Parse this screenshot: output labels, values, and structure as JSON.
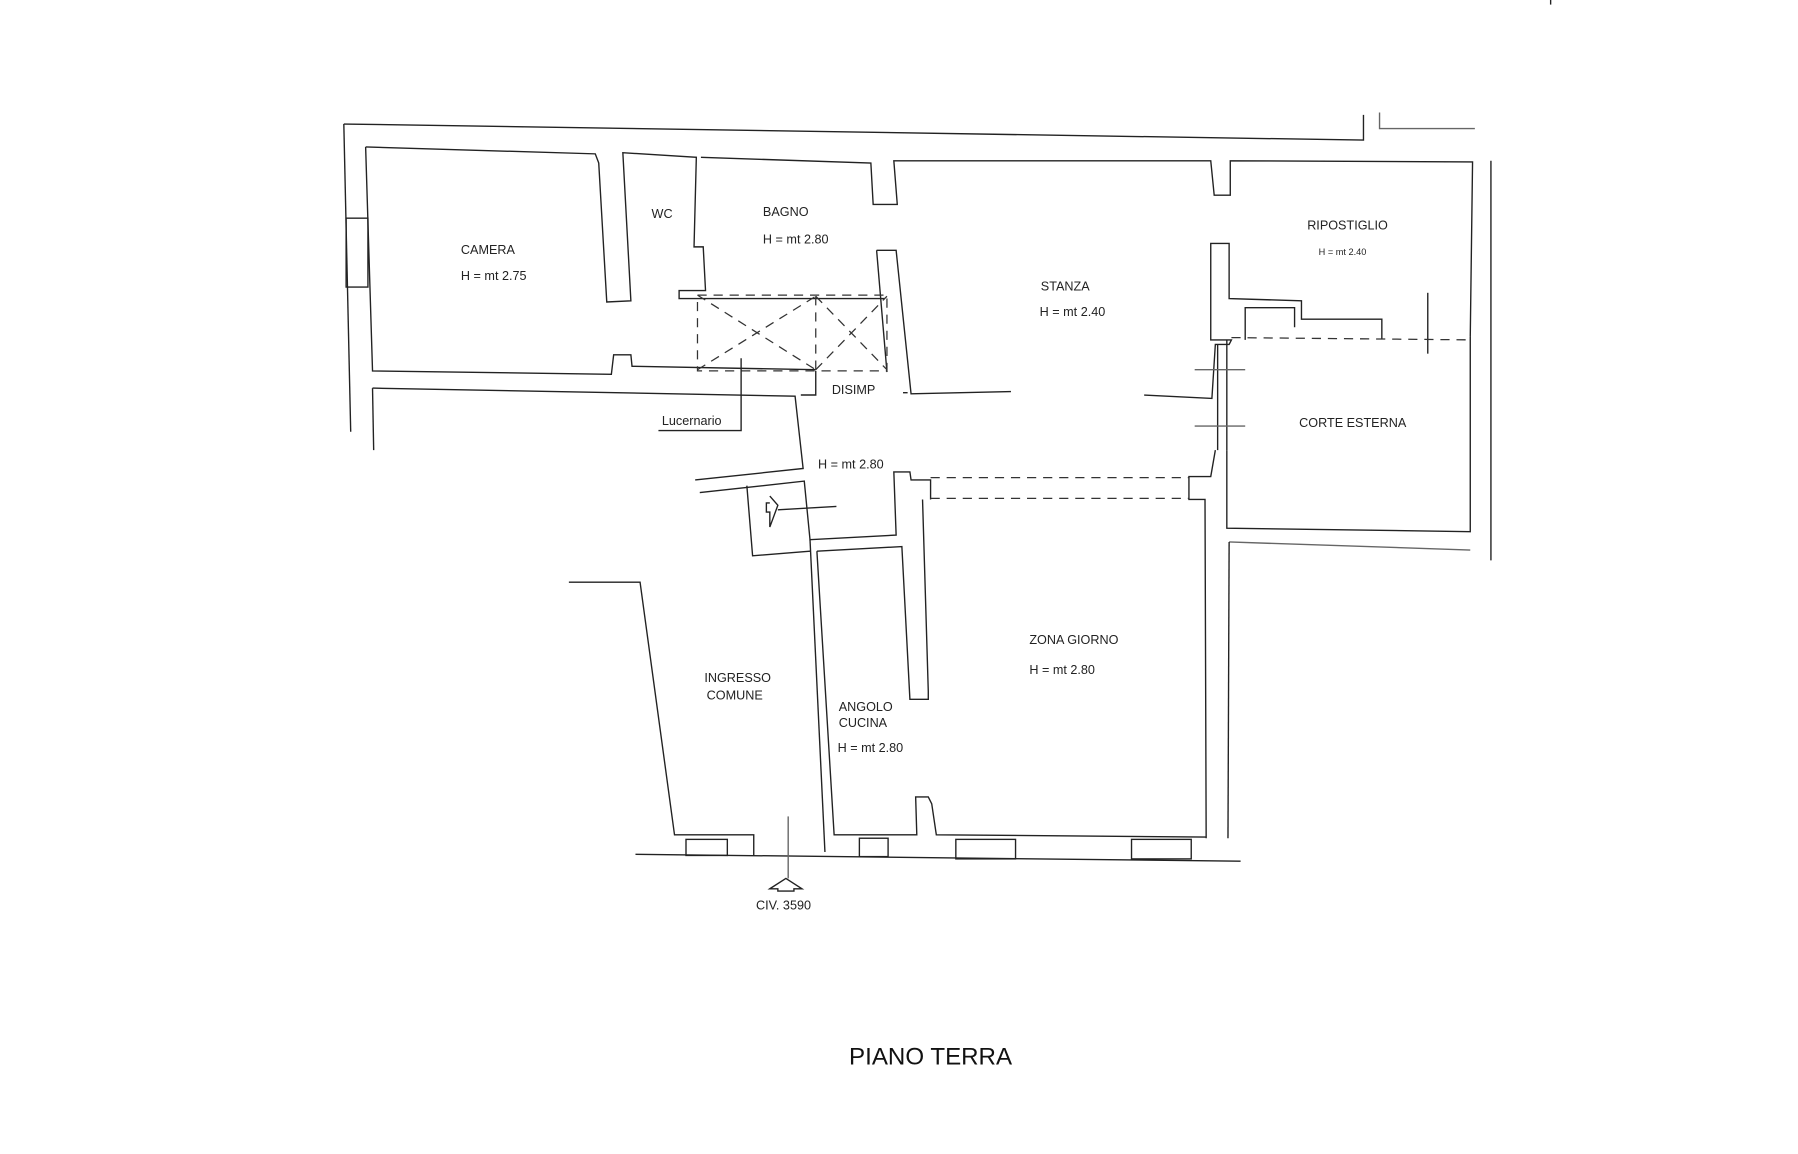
{
  "plan": {
    "title": "PIANO TERRA",
    "rooms": [
      {
        "name": "CAMERA",
        "height": "H = mt 2.75"
      },
      {
        "name": "WC"
      },
      {
        "name": "BAGNO",
        "height": "H = mt 2.80"
      },
      {
        "name": "STANZA",
        "height": "H = mt 2.40"
      },
      {
        "name": "RIPOSTIGLIO",
        "height": "H = mt 2.40"
      },
      {
        "name": "DISIMP",
        "height": "H = mt 2.80"
      },
      {
        "name": "CORTE ESTERNA"
      },
      {
        "name": "INGRESSO",
        "name2": "COMUNE"
      },
      {
        "name": "ANGOLO",
        "name2": "CUCINA",
        "height": "H = mt 2.80"
      },
      {
        "name": "ZONA GIORNO",
        "height": "H = mt 2.80"
      }
    ],
    "skylight_label": "Lucernario",
    "entrance_label": "CIV. 3590"
  }
}
